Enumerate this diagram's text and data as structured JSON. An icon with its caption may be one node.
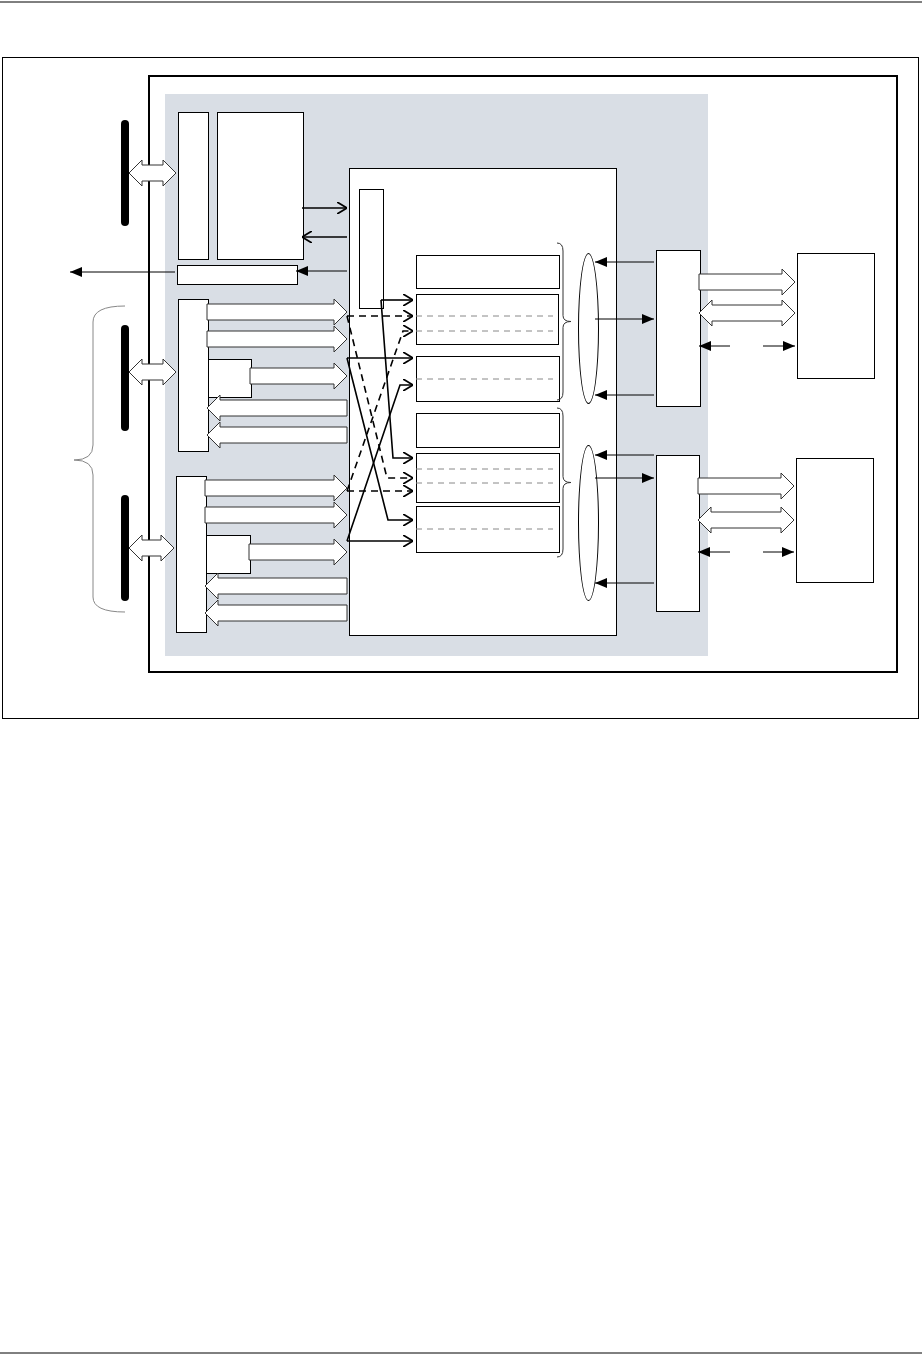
{
  "diagram": {
    "nodes": [
      {
        "text": [],
        "shape": "bar"
      },
      {
        "text": [],
        "shape": "bar"
      },
      {
        "text": [],
        "shape": "bar"
      },
      {
        "text": [],
        "shape": "box"
      },
      {
        "text": [],
        "shape": "box",
        "in": 3
      },
      {
        "text": [],
        "shape": "box",
        "in": 4
      },
      {
        "text": [],
        "shape": "box",
        "in": 4
      },
      {
        "text": [],
        "shape": "box",
        "in": 4
      },
      {
        "text": [],
        "shape": "box",
        "in": 4
      },
      {
        "text": [],
        "shape": "box",
        "in": 4
      },
      {
        "text": [],
        "shape": "box",
        "in": 4
      },
      {
        "text": [],
        "shape": "box",
        "in": 4
      },
      {
        "text": [],
        "shape": "box",
        "in": 4
      },
      {
        "text": [],
        "shape": "box",
        "in": 12
      },
      {
        "text": [],
        "shape": "box",
        "in": 12
      },
      {
        "text": [],
        "shape": "box",
        "in": 12
      },
      {
        "text": [],
        "shape": "box",
        "in": 12
      },
      {
        "text": [],
        "shape": "box",
        "in": 12
      },
      {
        "text": [],
        "shape": "box",
        "in": 12
      },
      {
        "text": [],
        "shape": "box",
        "in": 12
      },
      {
        "text": [],
        "shape": "ellipse",
        "in": 12
      },
      {
        "text": [],
        "shape": "ellipse",
        "in": 12
      },
      {
        "text": [],
        "shape": "box",
        "in": 4
      },
      {
        "text": [],
        "shape": "box",
        "in": 4
      },
      {
        "text": [],
        "shape": "box",
        "in": 3
      },
      {
        "text": [],
        "shape": "box",
        "in": 3
      }
    ],
    "edges": [
      {
        "from": 0,
        "to": 5,
        "arrow": "both",
        "style": "thick"
      },
      {
        "from": 1,
        "to": 8,
        "arrow": "both",
        "style": "thick"
      },
      {
        "from": 2,
        "to": 10,
        "arrow": "both",
        "style": "thick"
      },
      {
        "from": 6,
        "to": 12,
        "arrow": "to"
      },
      {
        "from": 12,
        "to": 6,
        "arrow": "to"
      },
      {
        "from": 12,
        "to": 7,
        "arrow": "to"
      },
      {
        "from": 7,
        "to": null,
        "arrow": "to"
      },
      {
        "from": 8,
        "to": 12,
        "arrow": "to",
        "style": "thick"
      },
      {
        "from": 8,
        "to": 12,
        "arrow": "to",
        "style": "thick"
      },
      {
        "from": 9,
        "to": 12,
        "arrow": "to",
        "style": "thick"
      },
      {
        "from": 12,
        "to": 8,
        "arrow": "to",
        "style": "thick"
      },
      {
        "from": 12,
        "to": 8,
        "arrow": "to",
        "style": "thick"
      },
      {
        "from": 10,
        "to": 12,
        "arrow": "to",
        "style": "thick"
      },
      {
        "from": 10,
        "to": 12,
        "arrow": "to",
        "style": "thick"
      },
      {
        "from": 11,
        "to": 12,
        "arrow": "to",
        "style": "thick"
      },
      {
        "from": 12,
        "to": 10,
        "arrow": "to",
        "style": "thick"
      },
      {
        "from": 12,
        "to": 10,
        "arrow": "to",
        "style": "thick"
      },
      {
        "from": 13,
        "to": 15,
        "arrow": "to"
      },
      {
        "from": 13,
        "to": 18,
        "arrow": "to"
      },
      {
        "from": 12,
        "to": 15,
        "arrow": "to",
        "style": "dashed"
      },
      {
        "from": 12,
        "to": 18,
        "arrow": "to",
        "style": "dashed"
      },
      {
        "from": 12,
        "to": 16,
        "arrow": "to"
      },
      {
        "from": 12,
        "to": 19,
        "arrow": "to"
      },
      {
        "from": 12,
        "to": 18,
        "arrow": "to",
        "style": "dashed"
      },
      {
        "from": 12,
        "to": 15,
        "arrow": "to",
        "style": "dashed"
      },
      {
        "from": 12,
        "to": 19,
        "arrow": "to"
      },
      {
        "from": 12,
        "to": 16,
        "arrow": "to"
      },
      {
        "from": 22,
        "to": 20,
        "arrow": "to"
      },
      {
        "from": 20,
        "to": 22,
        "arrow": "to"
      },
      {
        "from": 22,
        "to": 20,
        "arrow": "to"
      },
      {
        "from": 23,
        "to": 21,
        "arrow": "to"
      },
      {
        "from": 21,
        "to": 23,
        "arrow": "to"
      },
      {
        "from": 23,
        "to": 21,
        "arrow": "to"
      },
      {
        "from": 22,
        "to": 24,
        "arrow": "to",
        "style": "thick"
      },
      {
        "from": 22,
        "to": 24,
        "arrow": "both",
        "style": "thick"
      },
      {
        "from": null,
        "to": 22,
        "arrow": "to"
      },
      {
        "from": null,
        "to": 24,
        "arrow": "to"
      },
      {
        "from": 23,
        "to": 25,
        "arrow": "to",
        "style": "thick"
      },
      {
        "from": 23,
        "to": 25,
        "arrow": "both",
        "style": "thick"
      },
      {
        "from": null,
        "to": 23,
        "arrow": "to"
      },
      {
        "from": null,
        "to": 25,
        "arrow": "to"
      }
    ]
  }
}
